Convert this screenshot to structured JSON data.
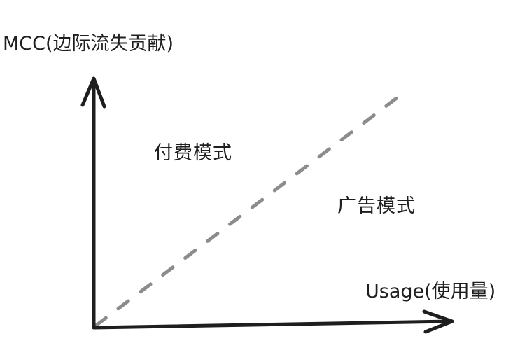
{
  "diagram": {
    "y_axis": {
      "label": "MCC(边际流失贡献)"
    },
    "x_axis": {
      "label": "Usage(使用量)"
    },
    "regions": [
      {
        "label": "付费模式",
        "position": "above-line"
      },
      {
        "label": "广告模式",
        "position": "below-line"
      }
    ],
    "divider": {
      "style": "dashed",
      "color": "#8c8c8c",
      "from": [
        135,
        467
      ],
      "to": [
        580,
        130
      ]
    },
    "colors": {
      "axis": "#1e1e1e",
      "divider": "#8c8c8c",
      "background": "#ffffff"
    }
  }
}
